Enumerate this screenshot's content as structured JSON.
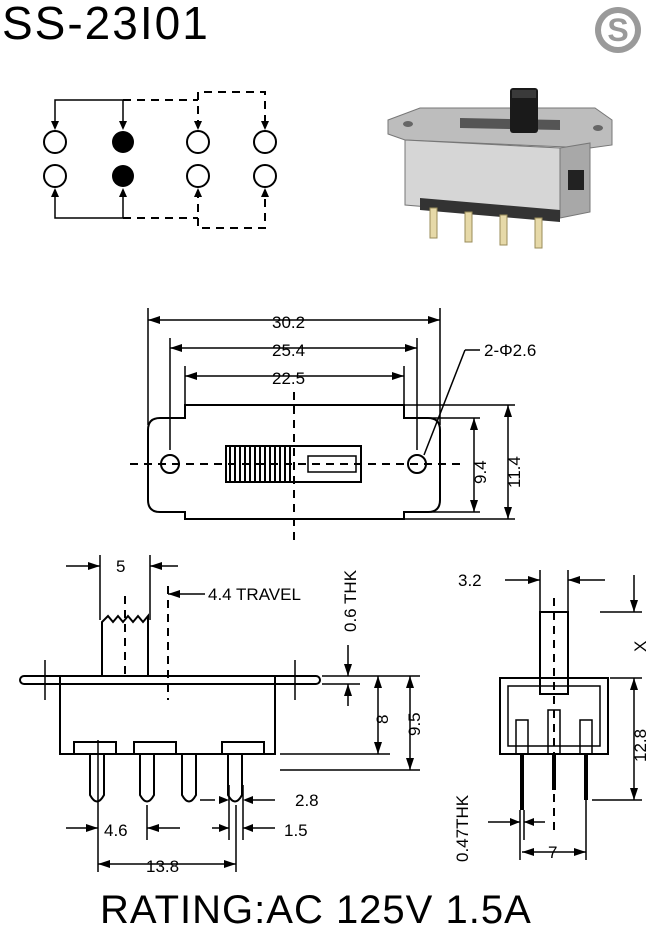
{
  "title": "SS-23I01",
  "brand": {
    "logo_letter": "S",
    "color": "#9a9a9a"
  },
  "rating": "RATING:AC 125V 1.5A",
  "top_view": {
    "dims": [
      "30.2",
      "25.4",
      "22.5",
      "9.4",
      "11.4"
    ],
    "hole_label": "2-Φ2.6"
  },
  "side_view": {
    "dims": [
      "5",
      "0.6 THK",
      "8",
      "9.5",
      "2.8",
      "1.5",
      "4.6",
      "13.8"
    ],
    "travel_label": "4.4 TRAVEL"
  },
  "end_view": {
    "dims": [
      "3.2",
      "X",
      "12.8",
      "7"
    ],
    "thk_label": "0.47THK"
  }
}
